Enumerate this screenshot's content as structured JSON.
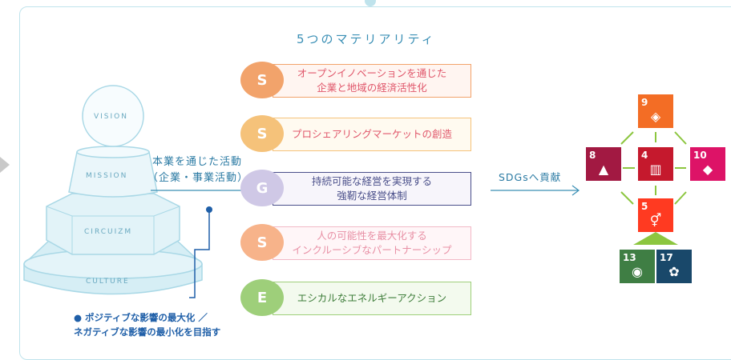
{
  "title": "5つのマテリアリティ",
  "pyramid": {
    "vision": "VISION",
    "mission": "MISSION",
    "circuizm": "CIRCUIZM",
    "culture": "CULTURE"
  },
  "activity_label": {
    "line1": "本業を通じた活動",
    "line2": "（企業・事業活動）"
  },
  "note": {
    "line1": "● ポジティブな影響の最大化 ／",
    "line2": "ネガティブな影響の最小化を目指す"
  },
  "materialities": [
    {
      "letter": "S",
      "text": "オープンイノベーションを通じた\n企業と地域の経済活性化",
      "color": "#f2a36b",
      "text_color": "#e0566a"
    },
    {
      "letter": "S",
      "text": "プロシェアリングマーケットの創造",
      "color": "#f5c27a",
      "text_color": "#e0566a"
    },
    {
      "letter": "G",
      "text": "持続可能な経営を実現する\n強靭な経営体制",
      "color": "#cfc8e6",
      "text_color": "#4a4f8a"
    },
    {
      "letter": "S",
      "text": "人の可能性を最大化する\nインクルーシブなパートナーシップ",
      "color": "#f7b38a",
      "text_color": "#e890a5"
    },
    {
      "letter": "E",
      "text": "エシカルなエネルギーアクション",
      "color": "#9ecf7a",
      "text_color": "#3e7d3a"
    }
  ],
  "sdg_label": "SDGsへ貢献",
  "sdgs": [
    {
      "num": "9",
      "icon": "cube-icon",
      "glyph": "◈",
      "color": "#f36d25"
    },
    {
      "num": "8",
      "icon": "chart-up-icon",
      "glyph": "▲",
      "color": "#a21942"
    },
    {
      "num": "4",
      "icon": "book-icon",
      "glyph": "▥",
      "color": "#c5192d"
    },
    {
      "num": "10",
      "icon": "equality-icon",
      "glyph": "◆",
      "color": "#dd1367"
    },
    {
      "num": "5",
      "icon": "gender-icon",
      "glyph": "⚥",
      "color": "#ff3a21"
    },
    {
      "num": "13",
      "icon": "eye-earth-icon",
      "glyph": "◉",
      "color": "#3f7e44"
    },
    {
      "num": "17",
      "icon": "rings-icon",
      "glyph": "✿",
      "color": "#19486a"
    }
  ]
}
